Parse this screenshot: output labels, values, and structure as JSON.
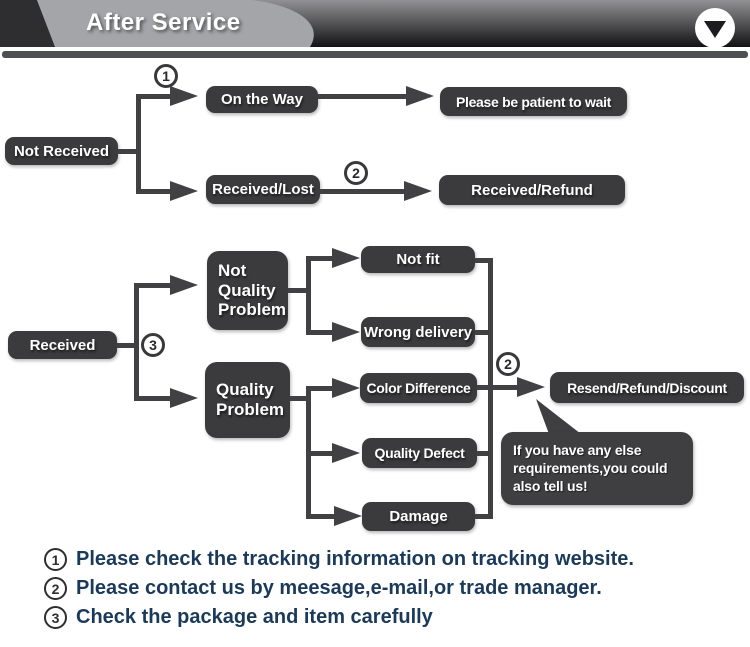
{
  "header": {
    "title": "After Service",
    "dropdown_icon": "chevron-down-icon"
  },
  "flow": {
    "nodes": {
      "not_received": "Not Received",
      "on_the_way": "On the Way",
      "be_patient": "Please be patient to wait",
      "received_lost": "Received/Lost",
      "received_refund": "Received/Refund",
      "received": "Received",
      "not_quality_problem": "Not\nQuality\nProblem",
      "quality_problem": "Quality\nProblem",
      "not_fit": "Not fit",
      "wrong_delivery": "Wrong delivery",
      "color_difference": "Color Difference",
      "quality_defect": "Quality Defect",
      "damage": "Damage",
      "resend": "Resend/Refund/Discount"
    },
    "badges": {
      "b1_top": "1",
      "b2_top": "2",
      "b3_mid": "3",
      "b2_mid": "2"
    },
    "bubble": "If you have any else\nrequirements,you could\nalso tell us!"
  },
  "footnotes": [
    {
      "num": "1",
      "text": "Please check the tracking information on tracking website."
    },
    {
      "num": "2",
      "text": "Please contact us by meesage,e-mail,or trade manager."
    },
    {
      "num": "3",
      "text": "Check the package and item carefully"
    }
  ],
  "colors": {
    "node_bg": "#3b3a3c",
    "connector": "#414043",
    "footnote_text": "#1b3a5a",
    "header_swoosh": "#a3a5a8",
    "header_strip": "#4e4f53"
  }
}
